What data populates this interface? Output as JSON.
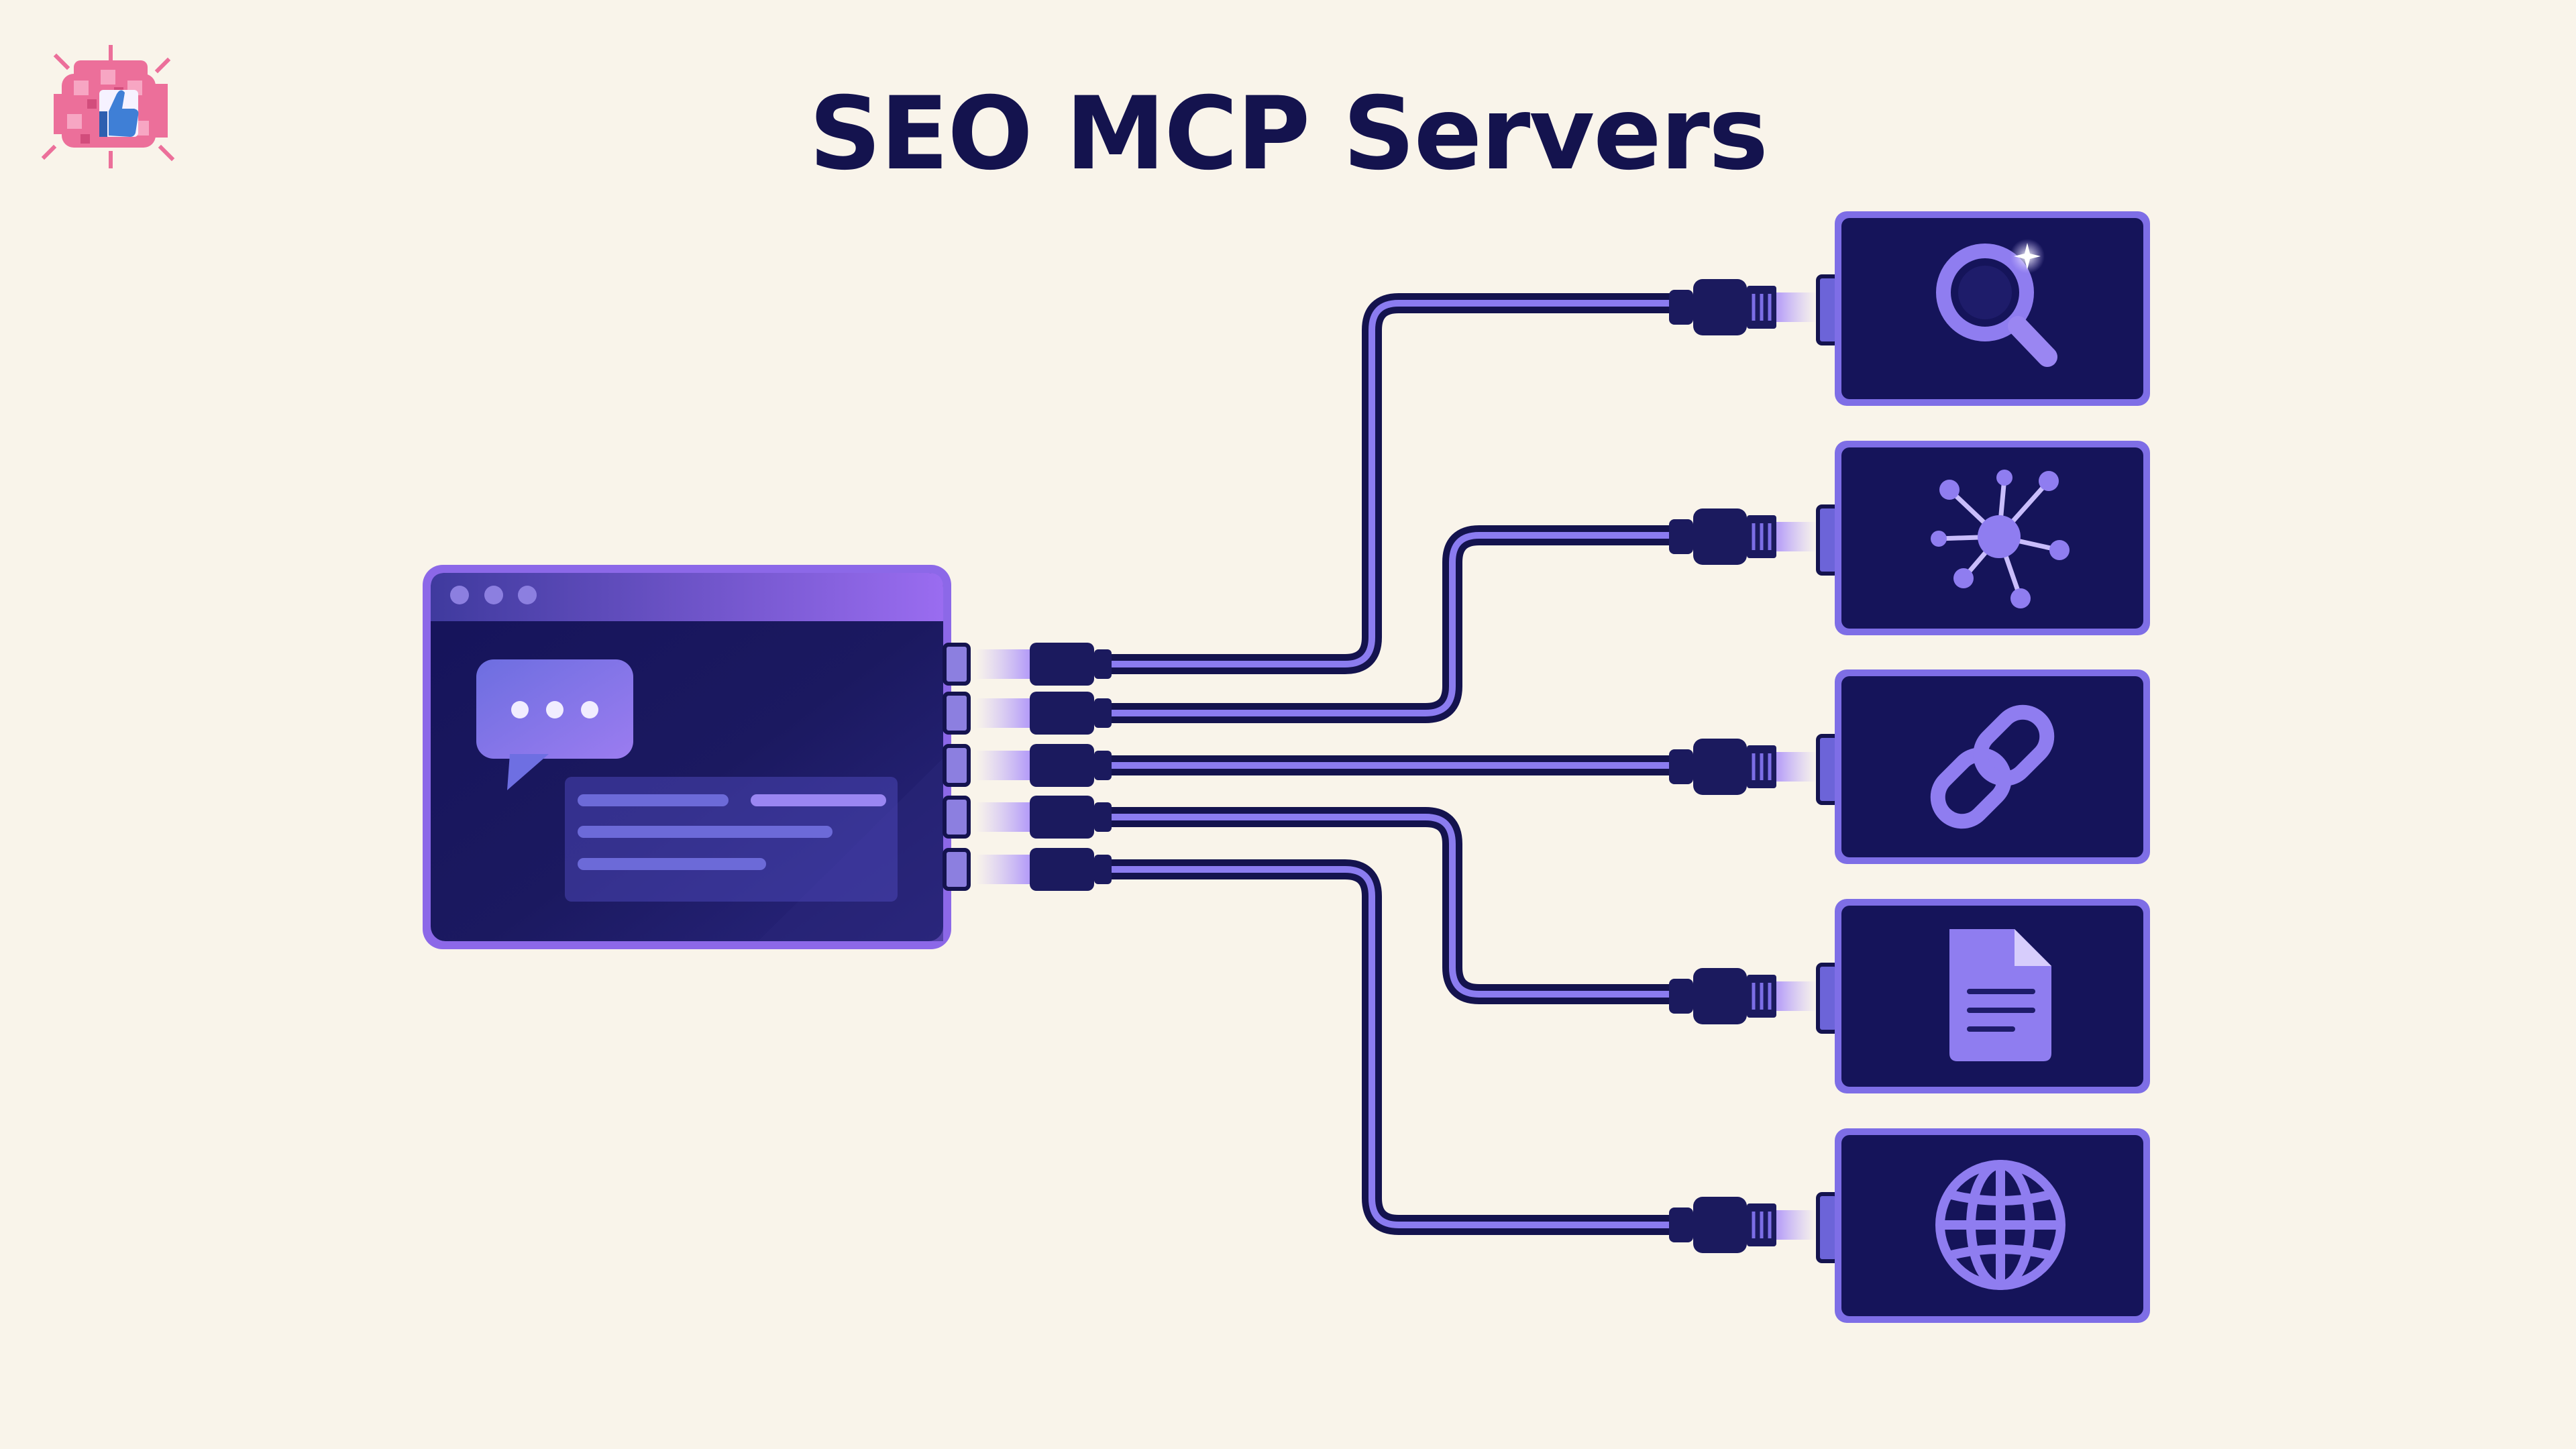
{
  "title": "SEO MCP Servers",
  "logo": {
    "icon": "thumbs-up-icon"
  },
  "client": {
    "icon": "chat-bubble-icon",
    "window_dots": 3,
    "text_lines": 4
  },
  "connections": 5,
  "servers": [
    {
      "icon": "search-icon"
    },
    {
      "icon": "network-icon"
    },
    {
      "icon": "link-icon"
    },
    {
      "icon": "document-icon"
    },
    {
      "icon": "globe-icon"
    }
  ],
  "colors": {
    "background": "#f9f4ea",
    "navy": "#14134e",
    "purple": "#8b5cf6",
    "lavender": "#a78bfa",
    "pink": "#ec6f9a"
  }
}
